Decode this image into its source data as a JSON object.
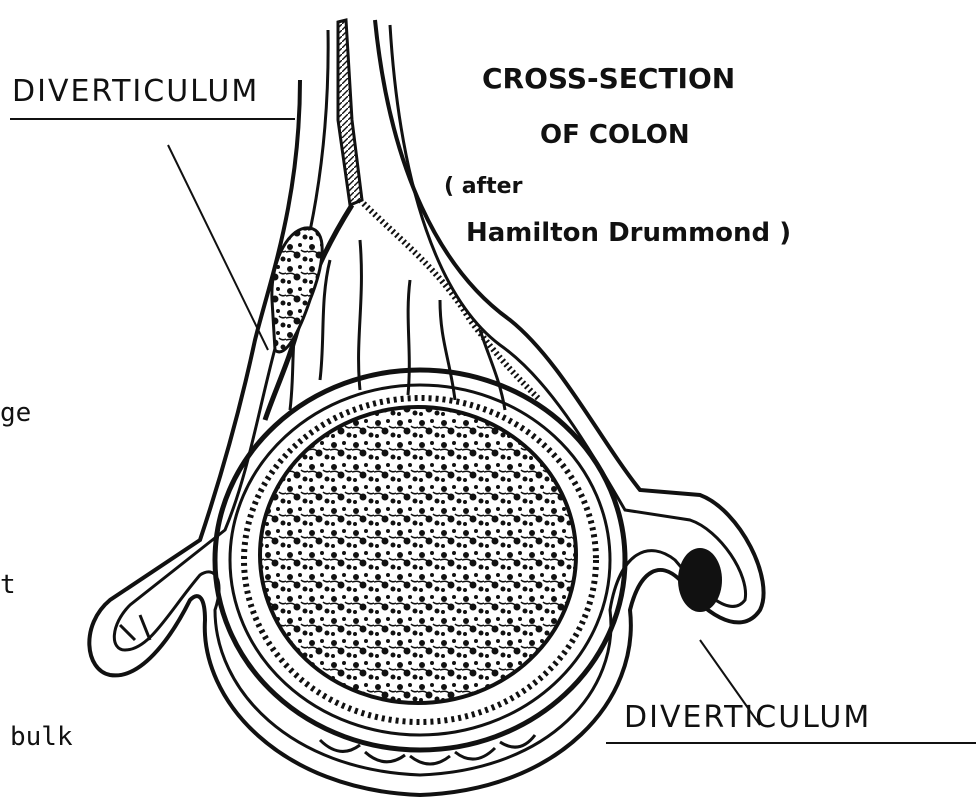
{
  "diagram": {
    "title_line1": "CROSS-SECTION",
    "title_line2": "OF COLON",
    "credit_line1": "( after",
    "credit_line2": "Hamilton Drummond )",
    "label_top": "DIVERTICULUM",
    "label_bottom": "DIVERTICULUM",
    "margin_fragments": [
      "ge",
      "t",
      "bulk"
    ],
    "ink_color": "#111111"
  }
}
